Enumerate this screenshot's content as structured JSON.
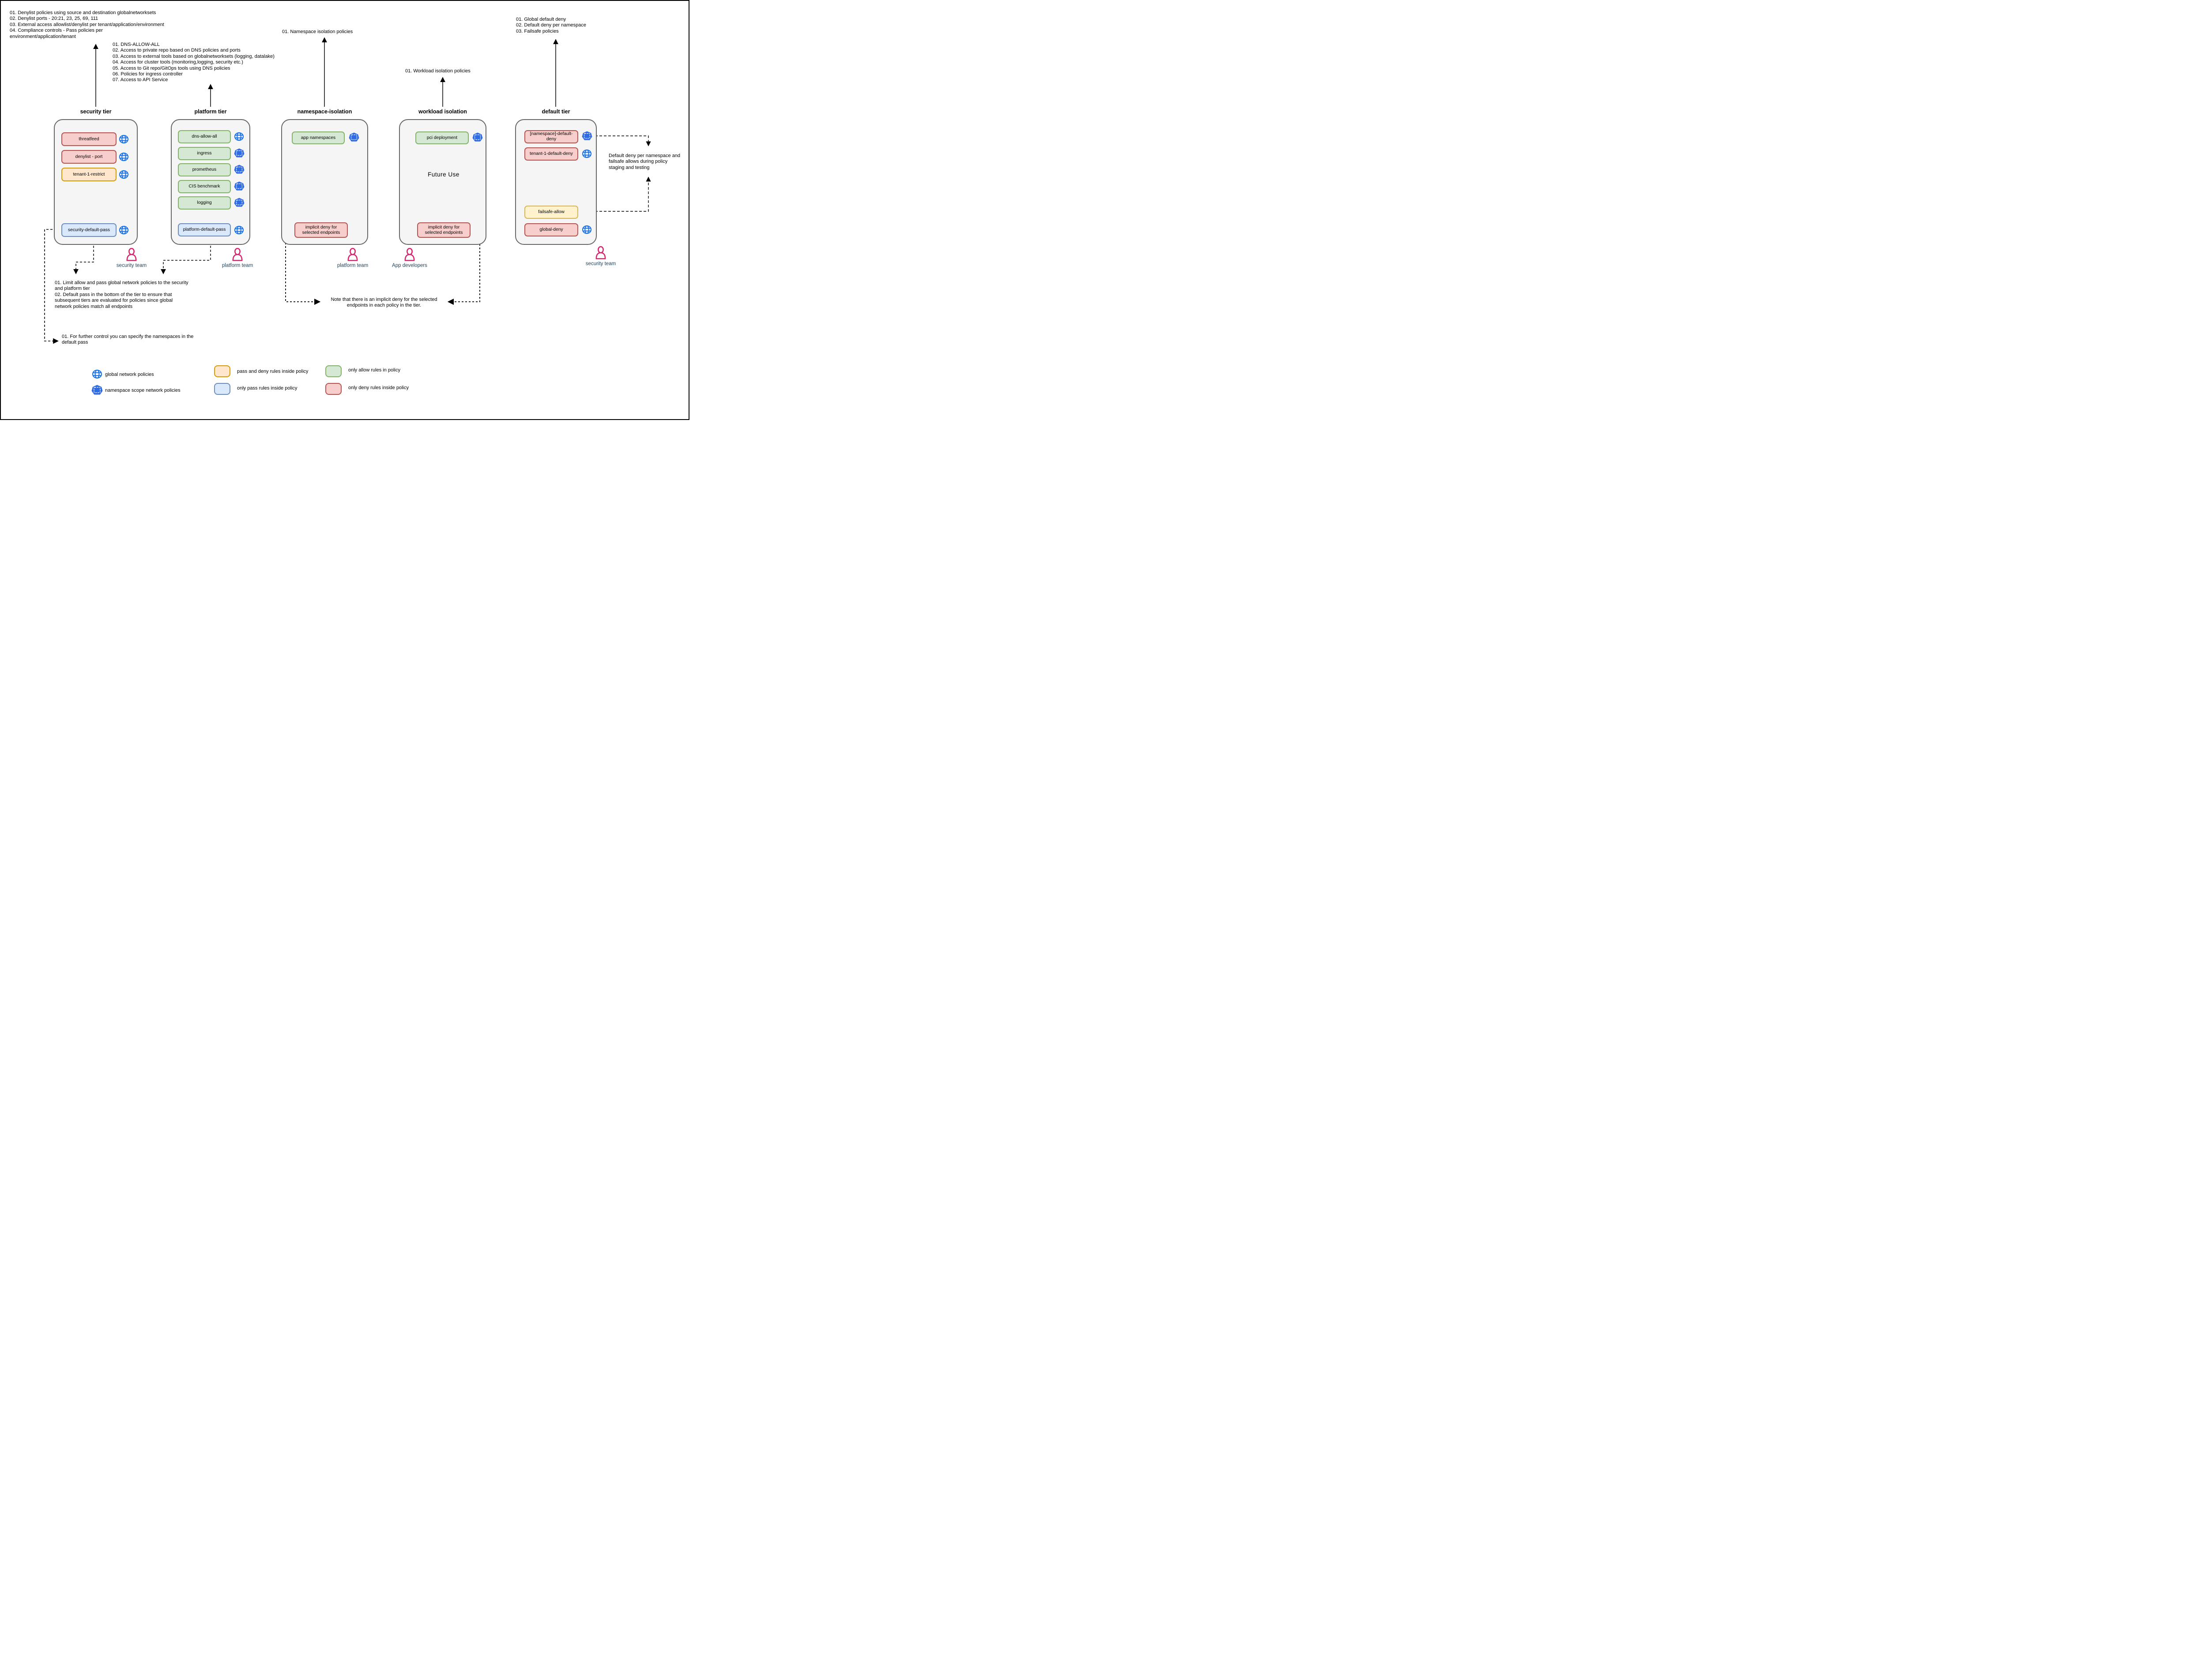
{
  "colors": {
    "only_deny_fill": "#F8CECC",
    "only_deny_border": "#B85450",
    "only_allow_fill": "#D5E8D4",
    "only_allow_border": "#82B366",
    "only_pass_fill": "#DAE8FC",
    "only_pass_border": "#6C8EBF",
    "pass_and_deny_fill": "#FFE6CC",
    "pass_and_deny_border": "#D79B00",
    "failsafe_fill": "#FFF2CC",
    "failsafe_border": "#D6B656",
    "tier_fill": "#F5F5F5",
    "tier_border": "#666666",
    "global_policy_icon": "#1A73E8",
    "namespace_policy_icon": "#2E6BE5",
    "person_icon": "#D6246E",
    "team_label": "#23445D"
  },
  "notes": {
    "security_tier": "01. Denylist policies using source and destination globalnetworksets\n02. Denylist ports - 20:21, 23, 25, 69, 111\n03. External access allowlist/denylist per tenant/application/environment\n04. Compliance controls - Pass policies per\nenvironment/application/tenant",
    "platform_tier": "01. DNS-ALLOW-ALL\n02. Access to private repo based on DNS policies and ports\n03. Access to external tools based on globalnetworksets (logging, datalake)\n04. Access for cluster tools (monitoring,logging, security etc.)\n05. Access to Git repo/GitOps tools using DNS policies\n06. Policies for ingress controller\n07. Access to API Service",
    "namespace_isolation": "01. Namespace isolation policies",
    "workload_isolation": "01. Workload isolation policies",
    "default_tier": "01. Global default deny\n02. Default deny per namespace\n03. Failsafe policies",
    "limit_allow": "01. Limit allow and pass global network policies to the security\nand platform tier\n02. Default pass in the bottom of the tier to ensure that\nsubsequent tiers are evaluated for policies since global\nnetwork policies match all endpoints",
    "further_control": "01. For further control you can specify the namespaces in the\ndefault pass",
    "implicit_deny_note": "Note that there is an implicit deny for the selected\nendpoints in each policy in the tier.",
    "default_deny_note": "Default deny per namespace and\nfailsafe allows during policy\nstaging and testing"
  },
  "tiers": [
    {
      "title": "security tier",
      "policies": [
        {
          "label": "threatfeed"
        },
        {
          "label": "denylist - port"
        },
        {
          "label": "tenant-1-restrict"
        },
        {
          "label": "security-default-pass"
        }
      ]
    },
    {
      "title": "platform tier",
      "policies": [
        {
          "label": "dns-allow-all"
        },
        {
          "label": "ingress"
        },
        {
          "label": "prometheus"
        },
        {
          "label": "CIS benchmark"
        },
        {
          "label": "logging"
        },
        {
          "label": "platform-default-pass"
        }
      ]
    },
    {
      "title": "namespace-isolation",
      "policies": [
        {
          "label": "app namespaces"
        },
        {
          "label": "implicit deny for selected endpoints"
        }
      ]
    },
    {
      "title": "workload isolation",
      "future_label": "Future Use",
      "policies": [
        {
          "label": "pci deployment"
        },
        {
          "label": "implicit deny for selected endpoints"
        }
      ]
    },
    {
      "title": "default tier",
      "policies": [
        {
          "label": "[namespace]-default-deny"
        },
        {
          "label": "tenant-1-default-deny"
        },
        {
          "label": "failsafe-allow"
        },
        {
          "label": "global-deny"
        }
      ]
    }
  ],
  "teams": [
    {
      "label": "security team"
    },
    {
      "label": "platform team"
    },
    {
      "label": "platform team"
    },
    {
      "label": "App developers"
    },
    {
      "label": "security team"
    }
  ],
  "legend": [
    {
      "icon": "globe-icon",
      "label": "global network policies"
    },
    {
      "icon": "namespace-icon",
      "label": "namespace scope network policies"
    },
    {
      "swatch": "pass_and_deny",
      "label": "pass and deny rules inside policy"
    },
    {
      "swatch": "only_pass",
      "label": "only pass rules inside policy"
    },
    {
      "swatch": "only_allow",
      "label": "only allow rules in policy"
    },
    {
      "swatch": "only_deny",
      "label": "only deny rules inside policy"
    }
  ]
}
